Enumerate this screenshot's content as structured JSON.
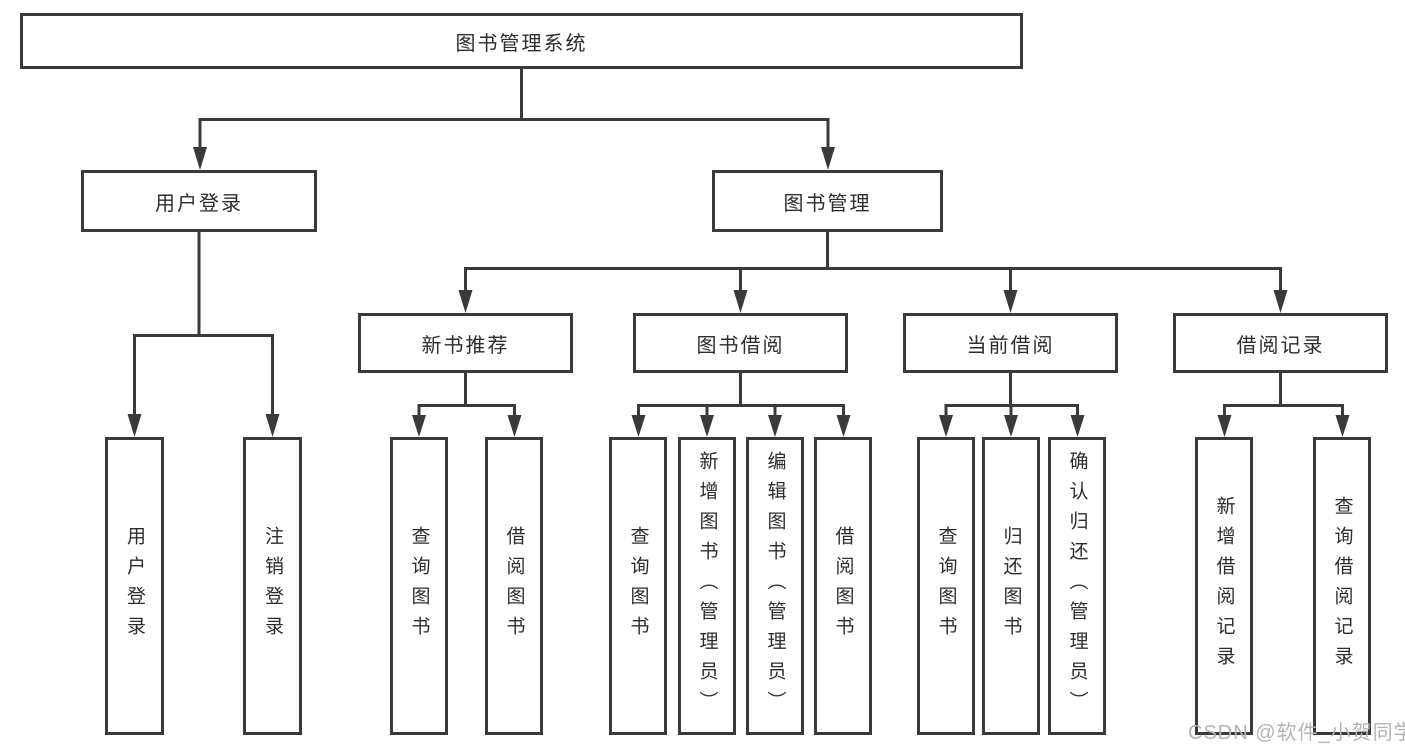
{
  "diagram": {
    "title": "图书管理系统",
    "root": "图书管理系统",
    "branches": [
      {
        "label": "用户登录",
        "leaves": [
          "用户登录",
          "注销登录"
        ]
      },
      {
        "label": "图书管理",
        "groups": [
          {
            "label": "新书推荐",
            "leaves": [
              "查询图书",
              "借阅图书"
            ]
          },
          {
            "label": "图书借阅",
            "leaves": [
              "查询图书",
              "新增图书（管理员）",
              "编辑图书（管理员）",
              "借阅图书"
            ]
          },
          {
            "label": "当前借阅",
            "leaves": [
              "查询图书",
              "归还图书",
              "确认归还（管理员）"
            ]
          },
          {
            "label": "借阅记录",
            "leaves": [
              "新增借阅记录",
              "查询借阅记录"
            ]
          }
        ]
      }
    ]
  },
  "watermark": "CSDN @软件_小贺同学",
  "colors": {
    "line": "#3a3a3a",
    "box_border": "#3a3a3a",
    "text": "#2d2d2d",
    "watermark": "#b3b3b3",
    "background": "#ffffff"
  }
}
